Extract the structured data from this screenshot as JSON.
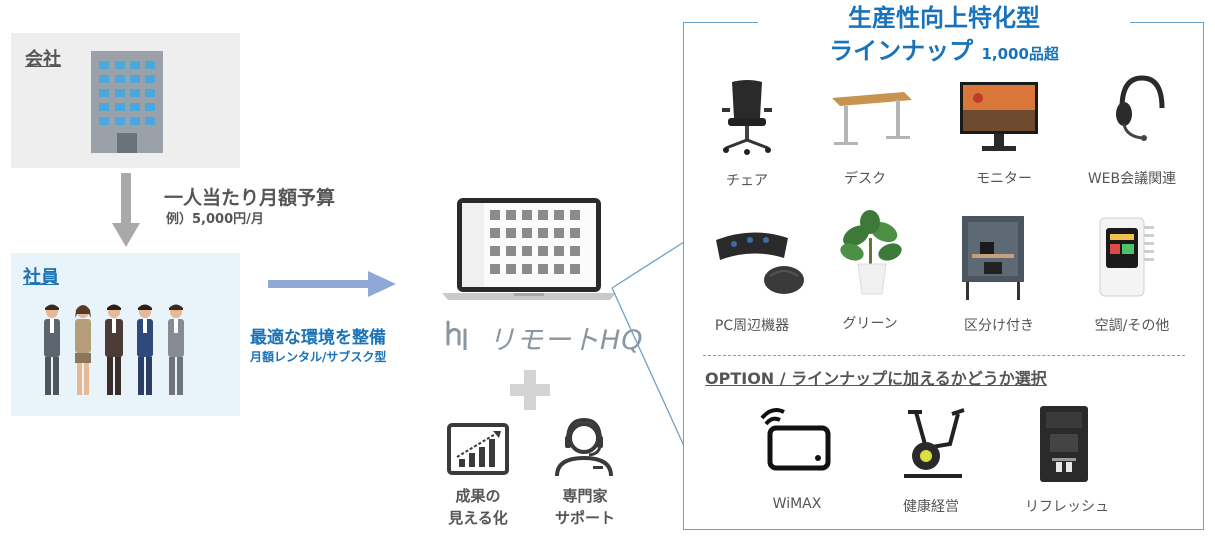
{
  "company": {
    "label": "会社"
  },
  "budget": {
    "title": "一人当たり月額予算",
    "example": "例）5,000円/月"
  },
  "employees": {
    "label": "社員"
  },
  "offer": {
    "title": "最適な環境を整備",
    "subtitle": "月額レンタル/サブスク型"
  },
  "brand": {
    "name": "リモートHQ"
  },
  "services": [
    {
      "line1": "成果の",
      "line2": "見える化"
    },
    {
      "line1": "専門家",
      "line2": "サポート"
    }
  ],
  "lineup": {
    "title_line1": "生産性向上特化型",
    "title_line2": "ラインナップ",
    "count": "1,000品超",
    "items": [
      {
        "label": "チェア",
        "icon": "chair-icon"
      },
      {
        "label": "デスク",
        "icon": "desk-icon"
      },
      {
        "label": "モニター",
        "icon": "monitor-icon"
      },
      {
        "label": "WEB会議関連",
        "icon": "headset-icon"
      },
      {
        "label": "PC周辺機器",
        "icon": "keyboard-mouse-icon"
      },
      {
        "label": "グリーン",
        "icon": "plant-icon"
      },
      {
        "label": "区分け付き",
        "icon": "booth-icon"
      },
      {
        "label": "空調/その他",
        "icon": "air-purifier-icon"
      }
    ],
    "option_title": "OPTION / ラインナップに加えるかどうか選択",
    "options": [
      {
        "label": "WiMAX",
        "icon": "wifi-router-icon"
      },
      {
        "label": "健康経営",
        "icon": "exercise-bike-icon"
      },
      {
        "label": "リフレッシュ",
        "icon": "coffee-machine-icon"
      }
    ]
  },
  "colors": {
    "accent": "#1a73b8",
    "arrow": "#8fa9d6",
    "gray": "#555555"
  }
}
